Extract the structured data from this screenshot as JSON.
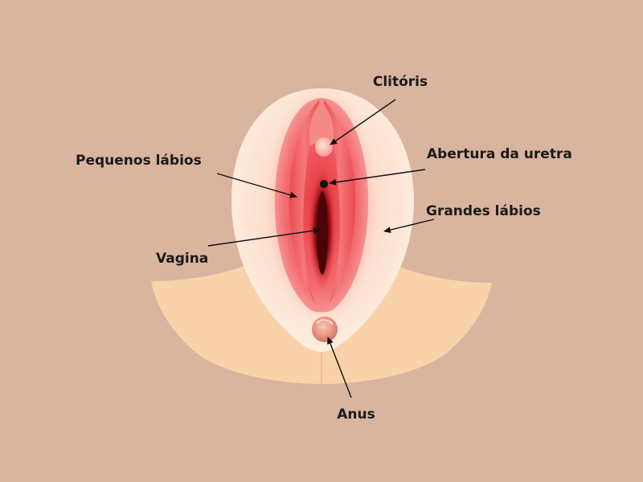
{
  "colors": {
    "background": "#d9b49f",
    "skin": "#f9d2aa",
    "labia_majora": "#fbe9dc",
    "mucosa_light": "#f06b6b",
    "mucosa_dark": "#5a0306",
    "label_text": "#1a1a1a"
  },
  "labels": {
    "clitoris": "Clitóris",
    "urethra": "Abertura da uretra",
    "labia_minora": "Pequenos lábios",
    "labia_majora": "Grandes lábios",
    "vagina": "Vagina",
    "anus": "Anus"
  }
}
